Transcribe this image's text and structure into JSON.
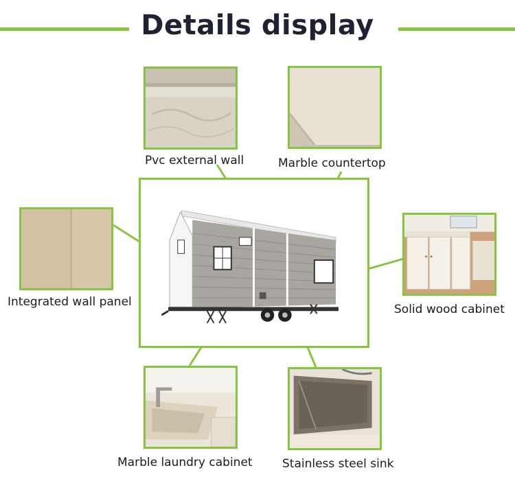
{
  "title": "Details display",
  "accent_color": "#86c541",
  "details": [
    {
      "key": "pvc",
      "label": "Pvc external wall"
    },
    {
      "key": "marble_top",
      "label": "Marble countertop"
    },
    {
      "key": "wall_panel",
      "label": "Integrated wall panel"
    },
    {
      "key": "cabinet",
      "label": "Solid wood cabinet"
    },
    {
      "key": "laundry",
      "label": "Marble laundry cabinet"
    },
    {
      "key": "sink",
      "label": "Stainless steel sink"
    }
  ]
}
